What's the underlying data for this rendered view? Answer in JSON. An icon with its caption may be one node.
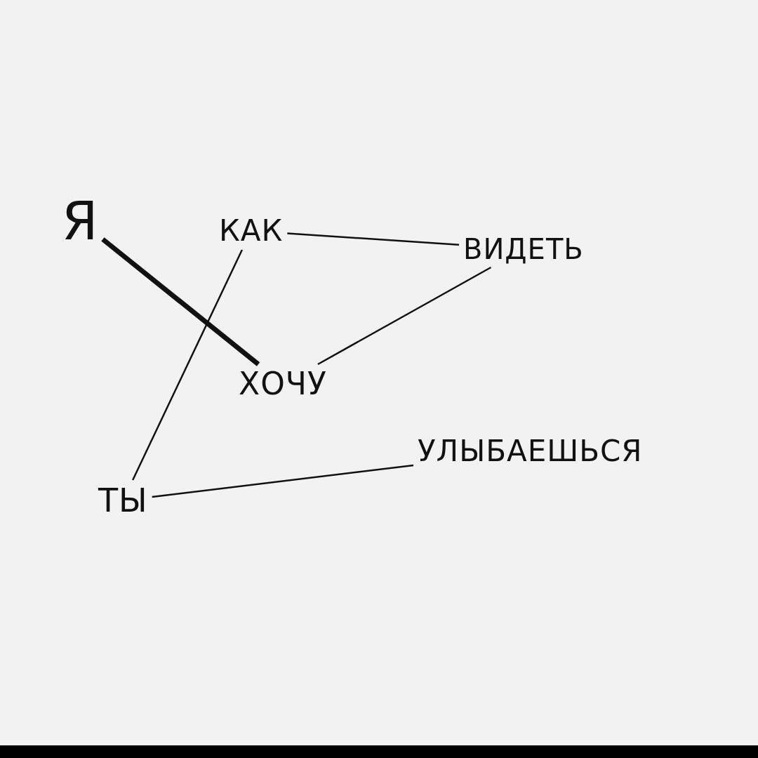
{
  "diagram": {
    "nodes": [
      {
        "text": [
          "Я"
        ]
      },
      {
        "text": [
          "КАК"
        ]
      },
      {
        "text": [
          "ВИДЕТЬ"
        ]
      },
      {
        "text": [
          "ХОЧУ"
        ]
      },
      {
        "text": [
          "ТЫ"
        ]
      },
      {
        "text": [
          "УЛЫБАЕШЬСЯ"
        ]
      }
    ],
    "edges": [
      {
        "from": 0,
        "to": 3,
        "arrow": "none",
        "style": "thick"
      },
      {
        "from": 1,
        "to": 4,
        "arrow": "none"
      },
      {
        "from": 1,
        "to": 2,
        "arrow": "none"
      },
      {
        "from": 2,
        "to": 3,
        "arrow": "none"
      },
      {
        "from": 4,
        "to": 5,
        "arrow": "none"
      }
    ]
  }
}
